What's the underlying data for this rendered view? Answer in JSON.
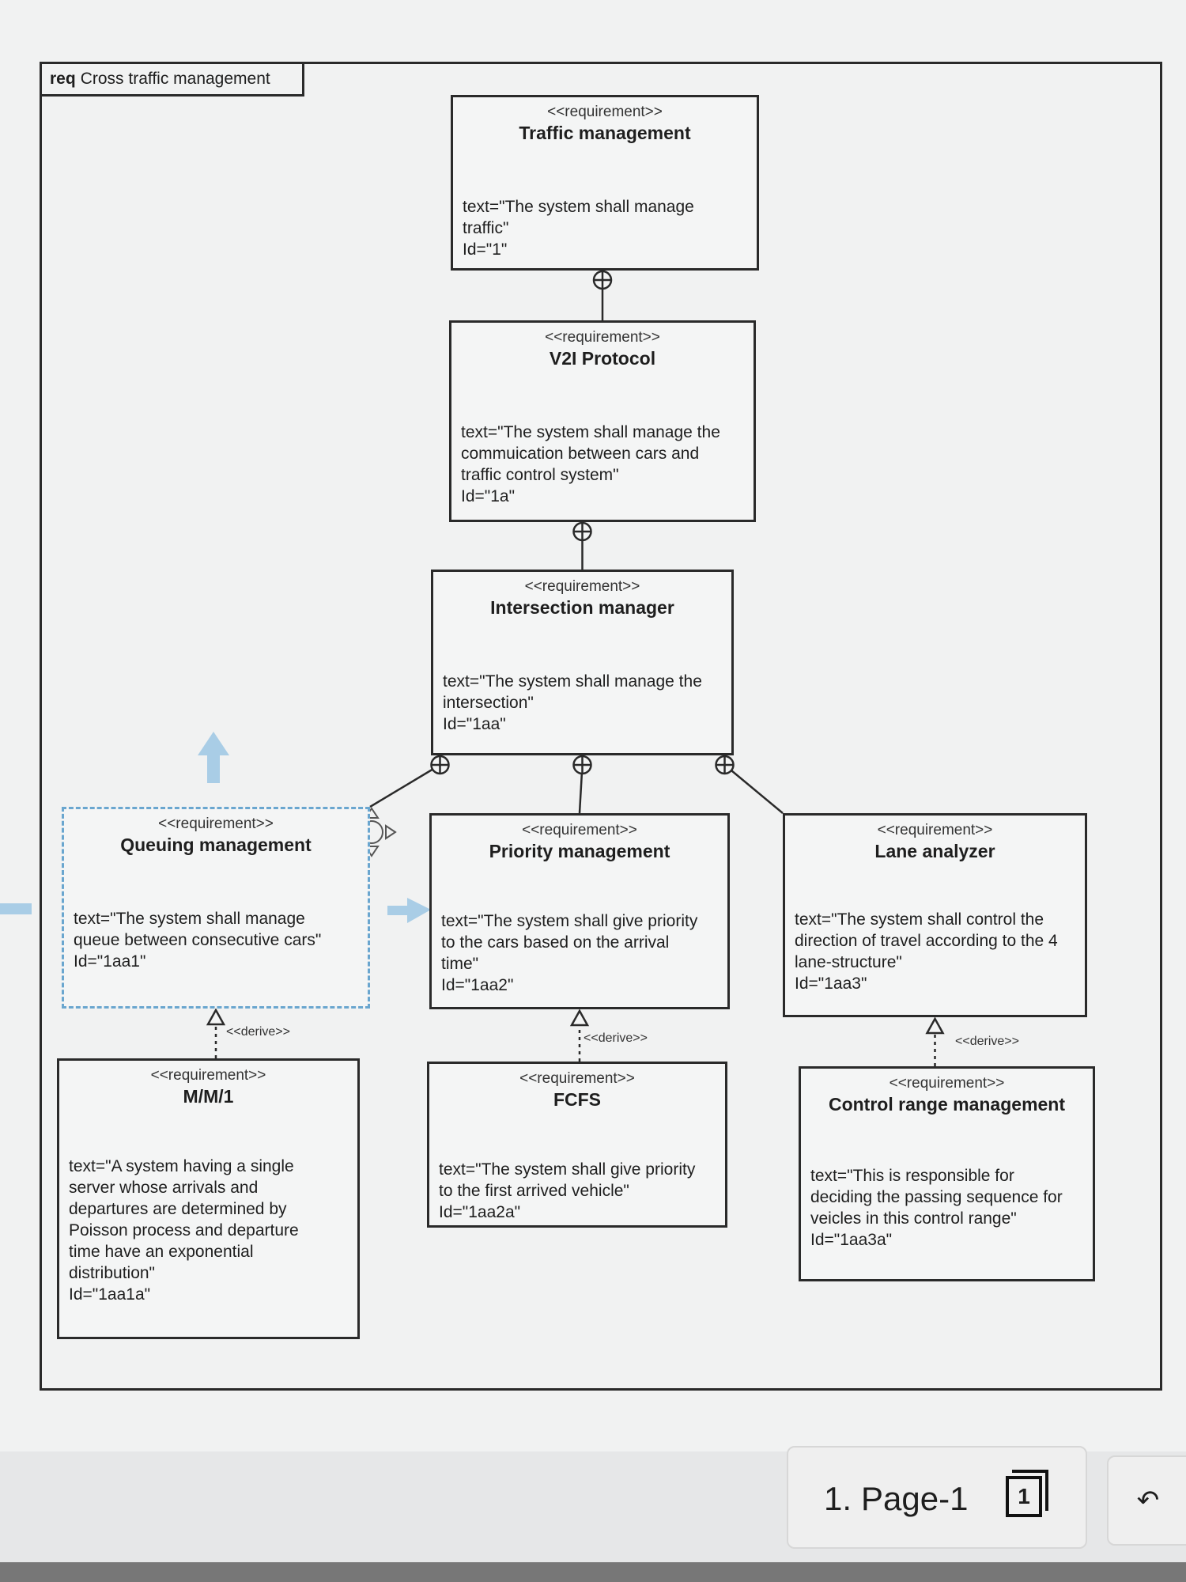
{
  "diagram": {
    "frame_kind": "req",
    "frame_title": "Cross traffic management",
    "requirements": [
      {
        "key": "traffic",
        "stereotype": "<<requirement>>",
        "name": "Traffic management",
        "text_lines": [
          "text=\"The system shall manage",
          "traffic\""
        ],
        "id_line": "Id=\"1\""
      },
      {
        "key": "v2i",
        "stereotype": "<<requirement>>",
        "name": "V2I Protocol",
        "text_lines": [
          "text=\"The system shall manage the",
          "commuication between cars and",
          "traffic control system\""
        ],
        "id_line": "Id=\"1a\""
      },
      {
        "key": "intersection",
        "stereotype": "<<requirement>>",
        "name": "Intersection manager",
        "text_lines": [
          "text=\"The system shall manage the",
          "intersection\""
        ],
        "id_line": "Id=\"1aa\""
      },
      {
        "key": "queuing",
        "stereotype": "<<requirement>>",
        "name": "Queuing management",
        "text_lines": [
          "text=\"The system shall manage",
          "queue between consecutive cars\""
        ],
        "id_line": "Id=\"1aa1\""
      },
      {
        "key": "priority",
        "stereotype": "<<requirement>>",
        "name": "Priority management",
        "text_lines": [
          "text=\"The system shall give priority",
          "to the cars based on the arrival",
          "time\""
        ],
        "id_line": "Id=\"1aa2\""
      },
      {
        "key": "lane",
        "stereotype": "<<requirement>>",
        "name": "Lane analyzer",
        "text_lines": [
          "text=\"The system shall control the",
          "direction of travel according to the 4",
          "lane-structure\""
        ],
        "id_line": "Id=\"1aa3\""
      },
      {
        "key": "mm1",
        "stereotype": "<<requirement>>",
        "name": "M/M/1",
        "text_lines": [
          "text=\"A system having a single",
          "server whose arrivals and",
          "departures are determined by",
          "Poisson process and departure",
          "time have an exponential",
          "distribution\""
        ],
        "id_line": "Id=\"1aa1a\""
      },
      {
        "key": "fcfs",
        "stereotype": "<<requirement>>",
        "name": "FCFS",
        "text_lines": [
          "text=\"The system shall give priority",
          "to the first arrived vehicle\""
        ],
        "id_line": "Id=\"1aa2a\""
      },
      {
        "key": "control",
        "stereotype": "<<requirement>>",
        "name": "Control range management",
        "text_lines": [
          "text=\"This is responsible for",
          "deciding the passing sequence for",
          "veicles in this control range\""
        ],
        "id_line": "Id=\"1aa3a\""
      }
    ],
    "containment": [
      {
        "parent": "traffic",
        "child": "v2i"
      },
      {
        "parent": "v2i",
        "child": "intersection"
      },
      {
        "parent": "intersection",
        "child": "queuing"
      },
      {
        "parent": "intersection",
        "child": "priority"
      },
      {
        "parent": "intersection",
        "child": "lane"
      }
    ],
    "derive": [
      {
        "from": "mm1",
        "to": "queuing",
        "label": "<<derive>>"
      },
      {
        "from": "fcfs",
        "to": "priority",
        "label": "<<derive>>"
      },
      {
        "from": "control",
        "to": "lane",
        "label": "<<derive>>"
      }
    ],
    "selected": "queuing"
  },
  "pager": {
    "page_number": "1.",
    "page_name": "Page-1",
    "page_count": "1"
  },
  "colors": {
    "line": "#2a2a2a",
    "selection": "#6aa6cf",
    "drag_arrow": "#a9cde6"
  }
}
